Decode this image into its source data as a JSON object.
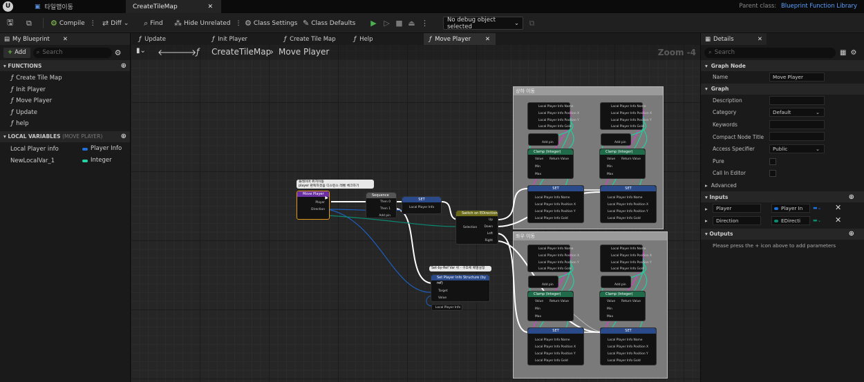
{
  "window": {
    "tabs": [
      {
        "label": "타일맵이동",
        "active": false
      },
      {
        "label": "CreateTileMap",
        "active": true
      }
    ],
    "parent_class_label": "Parent class:",
    "parent_class_value": "Blueprint Function Library"
  },
  "toolbar": {
    "compile": "Compile",
    "diff": "Diff",
    "find": "Find",
    "hide_unrelated": "Hide Unrelated",
    "class_settings": "Class Settings",
    "class_defaults": "Class Defaults",
    "debug_object": "No debug object selected"
  },
  "my_blueprint": {
    "tab_label": "My Blueprint",
    "add_label": "Add",
    "search_placeholder": "Search",
    "functions_header": "FUNCTIONS",
    "functions": [
      "Create Tile Map",
      "Init Player",
      "Move Player",
      "Update",
      "help"
    ],
    "local_vars_header": "LOCAL VARIABLES",
    "local_vars_scope": "(MOVE PLAYER)",
    "local_vars": [
      {
        "name": "Local Player info",
        "type": "Player Info",
        "color": "#1e6fd9"
      },
      {
        "name": "NewLocalVar_1",
        "type": "Integer",
        "color": "#20d6a6"
      }
    ]
  },
  "graph": {
    "tabs": [
      "Update",
      "Init Player",
      "Create Tile Map",
      "Help",
      "Move Player"
    ],
    "active_tab": "Move Player",
    "breadcrumb_root": "CreateTileMap",
    "breadcrumb_current": "Move Player",
    "zoom": "Zoom -4",
    "comments": [
      "상하 이동",
      "좌우 이동"
    ],
    "bubble_entry": "플레이어 위치이동\nplayer 판독하겠음 디스턴스 레벨 체크하기",
    "bubble_set": "Set-by-Ref Var 쉬 - 구조체 배열설정",
    "nodes": {
      "entry_title": "Move Player",
      "entry_pins": [
        "Player",
        "Direction"
      ],
      "seq_title": "Sequence",
      "seq_pins": [
        "Then 0",
        "Then 1",
        "Add pin"
      ],
      "set_title": "SET",
      "set_pin": "Local Player Info",
      "switch_title": "Switch on EDirection",
      "switch_pins": [
        "Selection",
        "Up",
        "Down",
        "Left",
        "Right"
      ],
      "setref_title": "Set Player Info Structure (by ref)",
      "setref_pins": [
        "Target",
        "Value"
      ],
      "localinfo": "Local Player Info",
      "break_pins": [
        "Local Player Info Name",
        "Local Player Info Position X",
        "Local Player Info Position Y",
        "Local Player Info Gold"
      ],
      "clamp_title": "Clamp (Integer)",
      "clamp_pins": [
        "Value",
        "Min",
        "Max",
        "Return Value"
      ],
      "add_pin": "Add pin",
      "set_pins": [
        "Local Player Info Name",
        "Local Player Info Position X",
        "Local Player Info Position Y",
        "Local Player Info Gold"
      ]
    }
  },
  "details": {
    "tab_label": "Details",
    "search_placeholder": "Search",
    "graph_node_header": "Graph Node",
    "name_label": "Name",
    "name_value": "Move Player",
    "graph_header": "Graph",
    "rows": {
      "description": "Description",
      "category": "Category",
      "category_value": "Default",
      "keywords": "Keywords",
      "compact": "Compact Node Title",
      "access": "Access Specifier",
      "access_value": "Public",
      "pure": "Pure",
      "call_in_editor": "Call In Editor"
    },
    "advanced": "Advanced",
    "inputs_header": "Inputs",
    "inputs": [
      {
        "name": "Player",
        "type": "Player In",
        "color": "#1e6fd9"
      },
      {
        "name": "Direction",
        "type": "EDirecti",
        "color": "#0b8a72"
      }
    ],
    "outputs_header": "Outputs",
    "outputs_hint": "Please press the + icon above to add parameters"
  }
}
